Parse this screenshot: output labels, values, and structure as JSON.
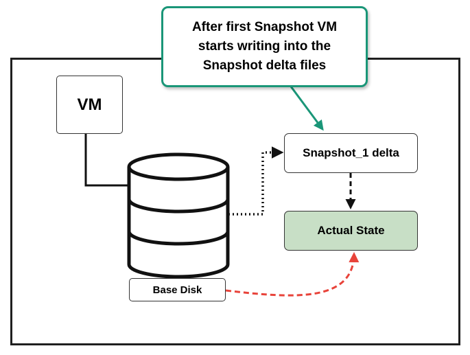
{
  "callout": {
    "lines": [
      "After first Snapshot VM",
      "starts writing into the",
      "Snapshot delta files"
    ]
  },
  "nodes": {
    "vm_label": "VM",
    "snapshot_label": "Snapshot_1 delta",
    "actual_state_label": "Actual State",
    "base_disk_label": "Base Disk"
  },
  "colors": {
    "callout_border": "#1a9678",
    "actual_state_fill": "#c8dfc6",
    "dashed_red": "#e8433a",
    "line_dark": "#111111"
  },
  "icons": {
    "database": "database-icon"
  }
}
